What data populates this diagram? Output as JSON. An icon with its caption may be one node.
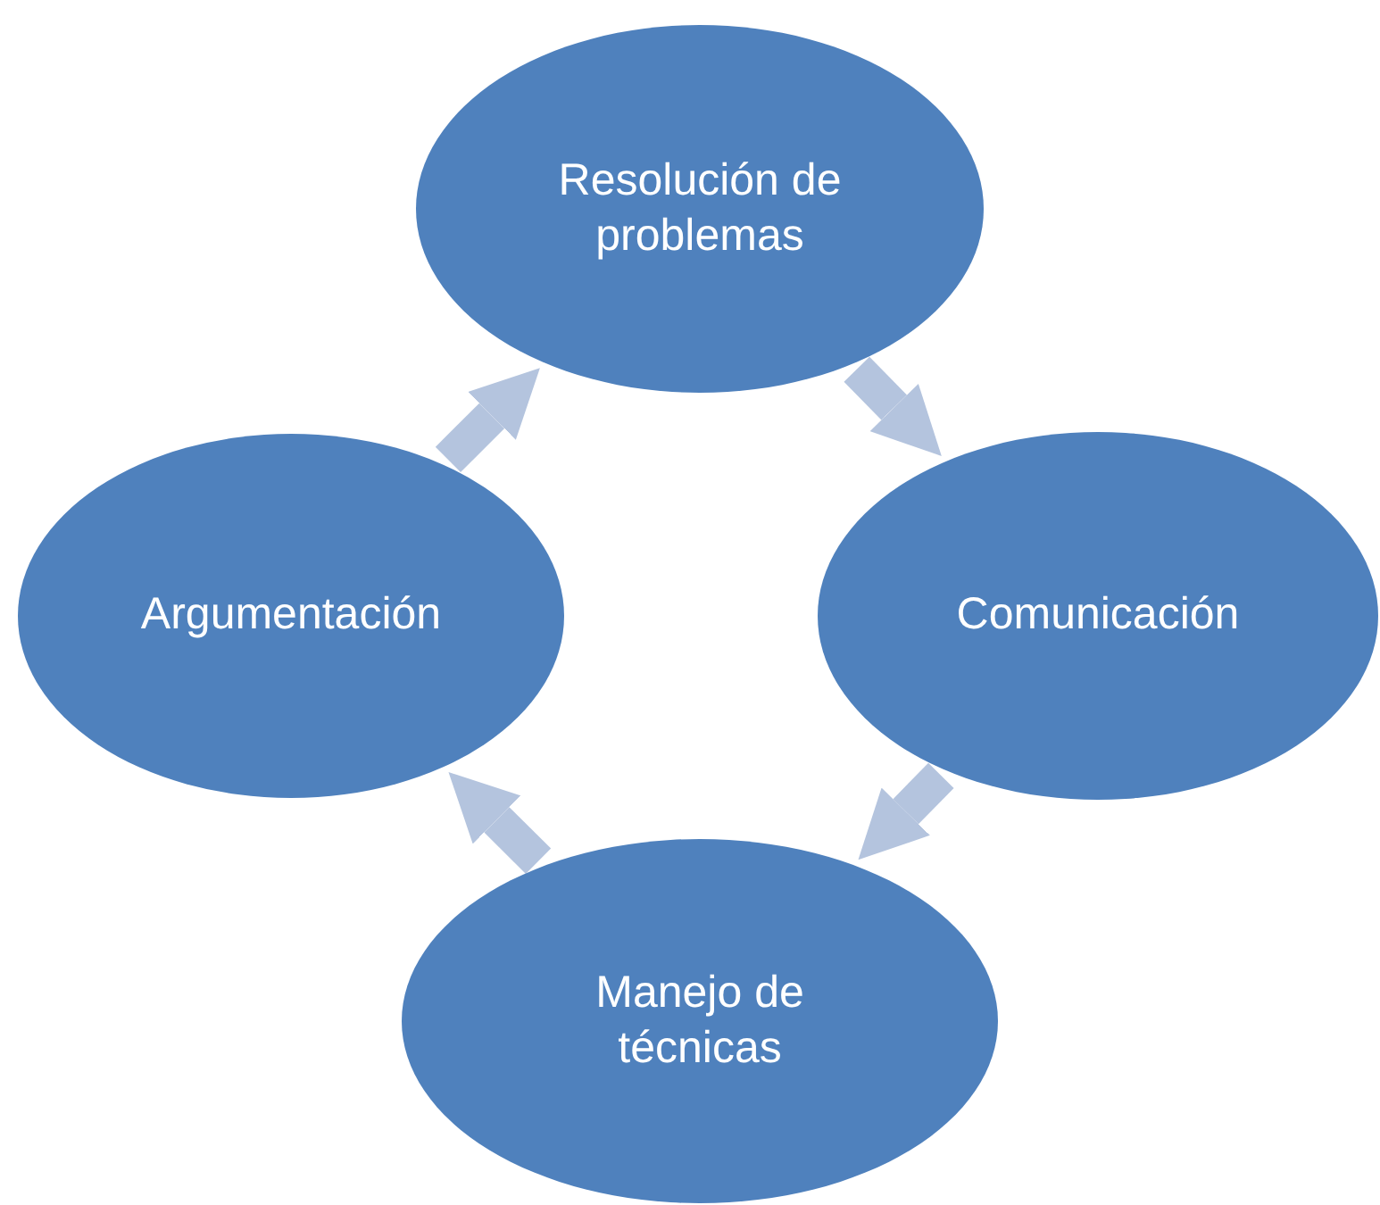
{
  "diagram": {
    "nodes": [
      {
        "text": [
          "Resolución de problemas"
        ]
      },
      {
        "text": [
          "Comunicación"
        ]
      },
      {
        "text": [
          "Manejo de técnicas"
        ]
      },
      {
        "text": [
          "Argumentación"
        ]
      }
    ],
    "edges": [
      {
        "from": 0,
        "to": 1,
        "arrow": "to"
      },
      {
        "from": 1,
        "to": 2,
        "arrow": "to"
      },
      {
        "from": 2,
        "to": 3,
        "arrow": "to"
      },
      {
        "from": 3,
        "to": 0,
        "arrow": "to"
      }
    ]
  }
}
